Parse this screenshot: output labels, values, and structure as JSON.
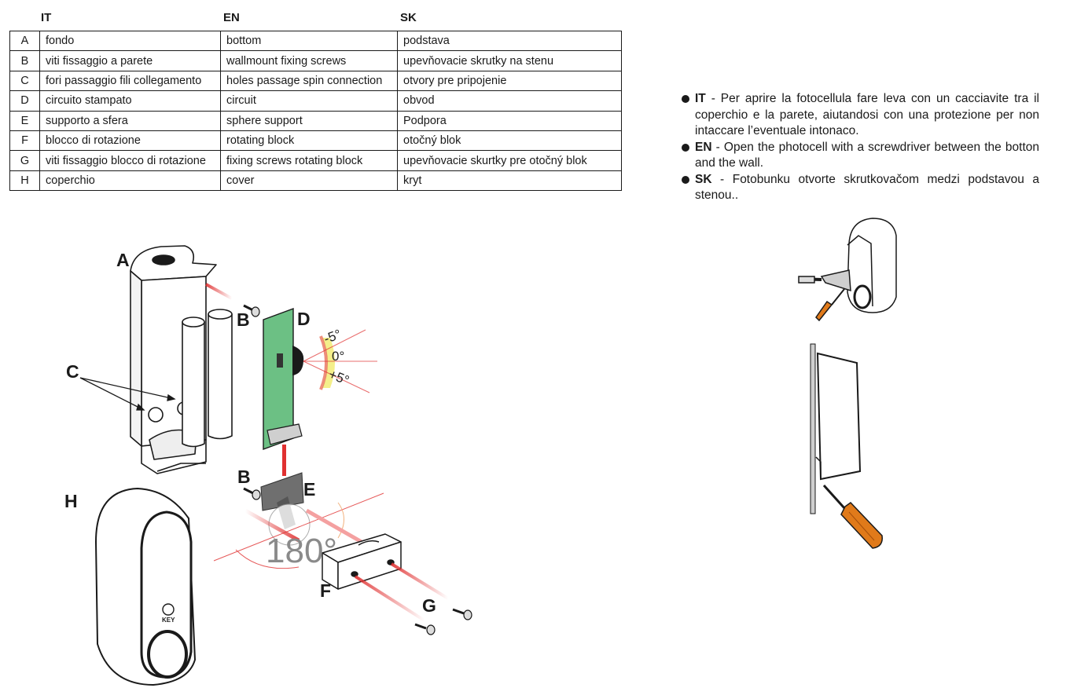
{
  "table": {
    "headers": {
      "it": "IT",
      "en": "EN",
      "sk": "SK"
    },
    "rows": [
      {
        "key": "A",
        "it": "fondo",
        "en": "bottom",
        "sk": "podstava"
      },
      {
        "key": "B",
        "it": "viti fissaggio a parete",
        "en": "wallmount fixing screws",
        "sk": "upevňovacie skrutky na stenu"
      },
      {
        "key": "C",
        "it": "fori passaggio fili collegamento",
        "en": "holes passage spin connection",
        "sk": "otvory pre pripojenie"
      },
      {
        "key": "D",
        "it": "circuito stampato",
        "en": "circuit",
        "sk": "obvod"
      },
      {
        "key": "E",
        "it": "supporto a sfera",
        "en": "sphere support",
        "sk": "Podpora"
      },
      {
        "key": "F",
        "it": "blocco di rotazione",
        "en": "rotating block",
        "sk": "otočný blok"
      },
      {
        "key": "G",
        "it": "viti fissaggio blocco di rotazione",
        "en": "fixing screws rotating block",
        "sk": "upevňovacie skurtky pre otočný blok"
      },
      {
        "key": "H",
        "it": "coperchio",
        "en": "cover",
        "sk": "kryt"
      }
    ]
  },
  "instructions": [
    {
      "code": "IT",
      "text": " - Per aprire la fotocellula fare leva con un cacciavite tra il coperchio e la parete, aiutandosi con una protezione per non intaccare l’eventuale intonaco."
    },
    {
      "code": "EN",
      "text": " - Open the photocell with a screwdriver between the botton and the wall."
    },
    {
      "code": "SK",
      "text": " - Fotobunku otvorte skrutkovačom medzi podstavou a stenou.."
    }
  ],
  "diagram": {
    "labels": {
      "a": "A",
      "b1": "B",
      "b2": "B",
      "c": "C",
      "d": "D",
      "e": "E",
      "f": "F",
      "g": "G",
      "h": "H"
    },
    "angle_minus": "-5°",
    "angle_zero": "0°",
    "angle_plus": "+5°",
    "rotation": "180°",
    "brand_mark": "KEY"
  },
  "colors": {
    "pcb": "#6cc084",
    "beam": "#e03030",
    "handle": "#e07a1a",
    "highlight": "#f4ef8a"
  }
}
